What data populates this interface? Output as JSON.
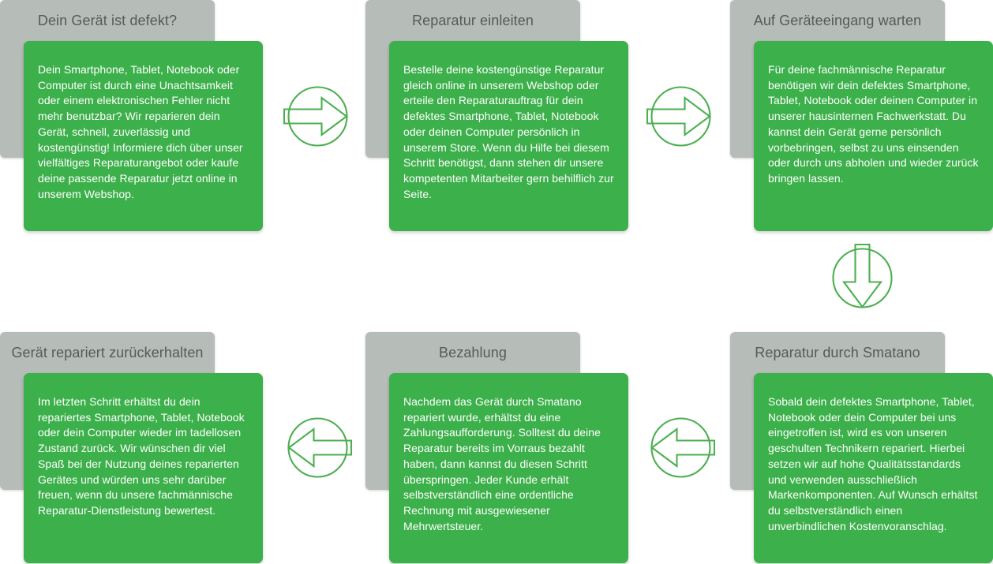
{
  "accent_color": "#3cb04a",
  "header_color": "#b6bcb8",
  "title_color": "#58595b",
  "body_text_color": "#ffffff",
  "background_color": "#ffffff",
  "steps": [
    {
      "title": "Dein Gerät ist defekt?",
      "text": "Dein Smartphone, Tablet, Notebook oder Computer ist durch eine Unachtsamkeit oder einem elektronischen Fehler nicht mehr benutzbar? Wir reparieren dein Gerät, schnell, zuverlässig und kostengünstig! Informiere dich über unser vielfältiges Reparaturangebot oder kaufe deine passende Reparatur jetzt online in unserem Webshop."
    },
    {
      "title": "Reparatur einleiten",
      "text": "Bestelle deine kostengünstige Reparatur gleich online in unserem Webshop oder erteile den Reparaturauftrag für dein defektes Smartphone, Tablet, Notebook oder deinen Computer persönlich in unserem Store. Wenn du Hilfe bei diesem Schritt benötigst, dann stehen dir unsere kompetenten Mitarbeiter gern behilflich zur Seite."
    },
    {
      "title": "Auf Geräteeingang warten",
      "text": "Für deine fachmännische Reparatur benötigen wir dein defektes Smartphone, Tablet, Notebook oder deinen Computer in unserer hausinternen Fachwerkstatt. Du kannst dein Gerät gerne persönlich vorbebringen, selbst zu uns einsenden oder durch uns abholen und wieder zurück bringen lassen."
    },
    {
      "title": "Gerät repariert zurückerhalten",
      "text": "Im letzten Schritt erhältst du dein repariertes Smartphone, Tablet, Notebook oder dein Computer wieder im tadellosen Zustand zurück. Wir wünschen dir viel Spaß bei der Nutzung deines reparierten Gerätes und würden uns sehr darüber freuen, wenn du unsere fachmännische Reparatur-Dienstleistung bewertest."
    },
    {
      "title": "Bezahlung",
      "text": "Nachdem das Gerät durch Smatano repariert wurde, erhältst du eine Zahlungsaufforderung. Solltest du deine Reparatur bereits im Vorraus bezahlt haben, dann kannst du diesen Schritt überspringen. Jeder Kunde erhält selbstverständlich eine ordentliche Rechnung mit ausgewiesener Mehrwertsteuer."
    },
    {
      "title": "Reparatur durch Smatano",
      "text": "Sobald dein defektes Smartphone, Tablet, Notebook oder dein Computer bei uns eingetroffen ist, wird es von unseren geschulten Technikern repariert. Hierbei setzen wir auf hohe Qualitätsstandards und verwenden ausschließlich Markenkomponenten. Auf Wunsch erhältst du selbstverständlich einen unverbindlichen Kostenvoranschlag."
    }
  ],
  "connectors": [
    {
      "name": "arrow-right-step1-to-step2",
      "direction": "right"
    },
    {
      "name": "arrow-right-step2-to-step3",
      "direction": "right"
    },
    {
      "name": "arrow-down-step3-to-step4",
      "direction": "down"
    },
    {
      "name": "arrow-left-step5-to-step4",
      "direction": "left"
    },
    {
      "name": "arrow-left-step6-to-step5",
      "direction": "left"
    }
  ]
}
